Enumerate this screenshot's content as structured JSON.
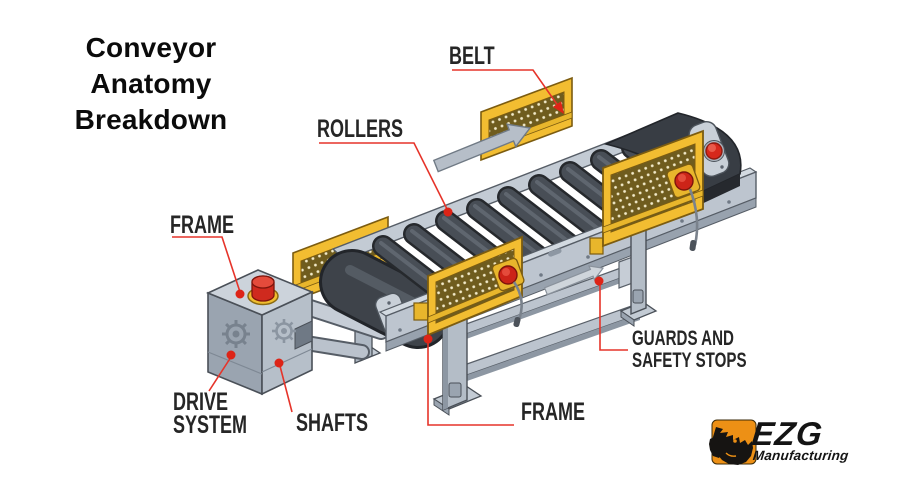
{
  "title": {
    "line1": "Conveyor",
    "line2": "Anatomy",
    "line3": "Breakdown"
  },
  "labels": {
    "belt": "BELT",
    "rollers": "ROLLERS",
    "frame_left": "FRAME",
    "drive_line1": "DRIVE",
    "drive_line2": "SYSTEM",
    "shafts": "SHAFTS",
    "frame_bottom": "FRAME",
    "guards_line1": "GUARDS AND",
    "guards_line2": "SAFETY STOPS"
  },
  "logo": {
    "brand": "EZG",
    "subtitle": "Manufacturing"
  },
  "colors": {
    "accent_red": "#E6342A",
    "anchor_dot_red": "#DD2417",
    "guard_yellow": "#F2BD31",
    "machine_light_gray": "#C3CBD4",
    "machine_mid_gray": "#9AA4B0",
    "belt_dark": "#3E434A",
    "logo_orange": "#ED9015",
    "text_dark": "#262626"
  }
}
